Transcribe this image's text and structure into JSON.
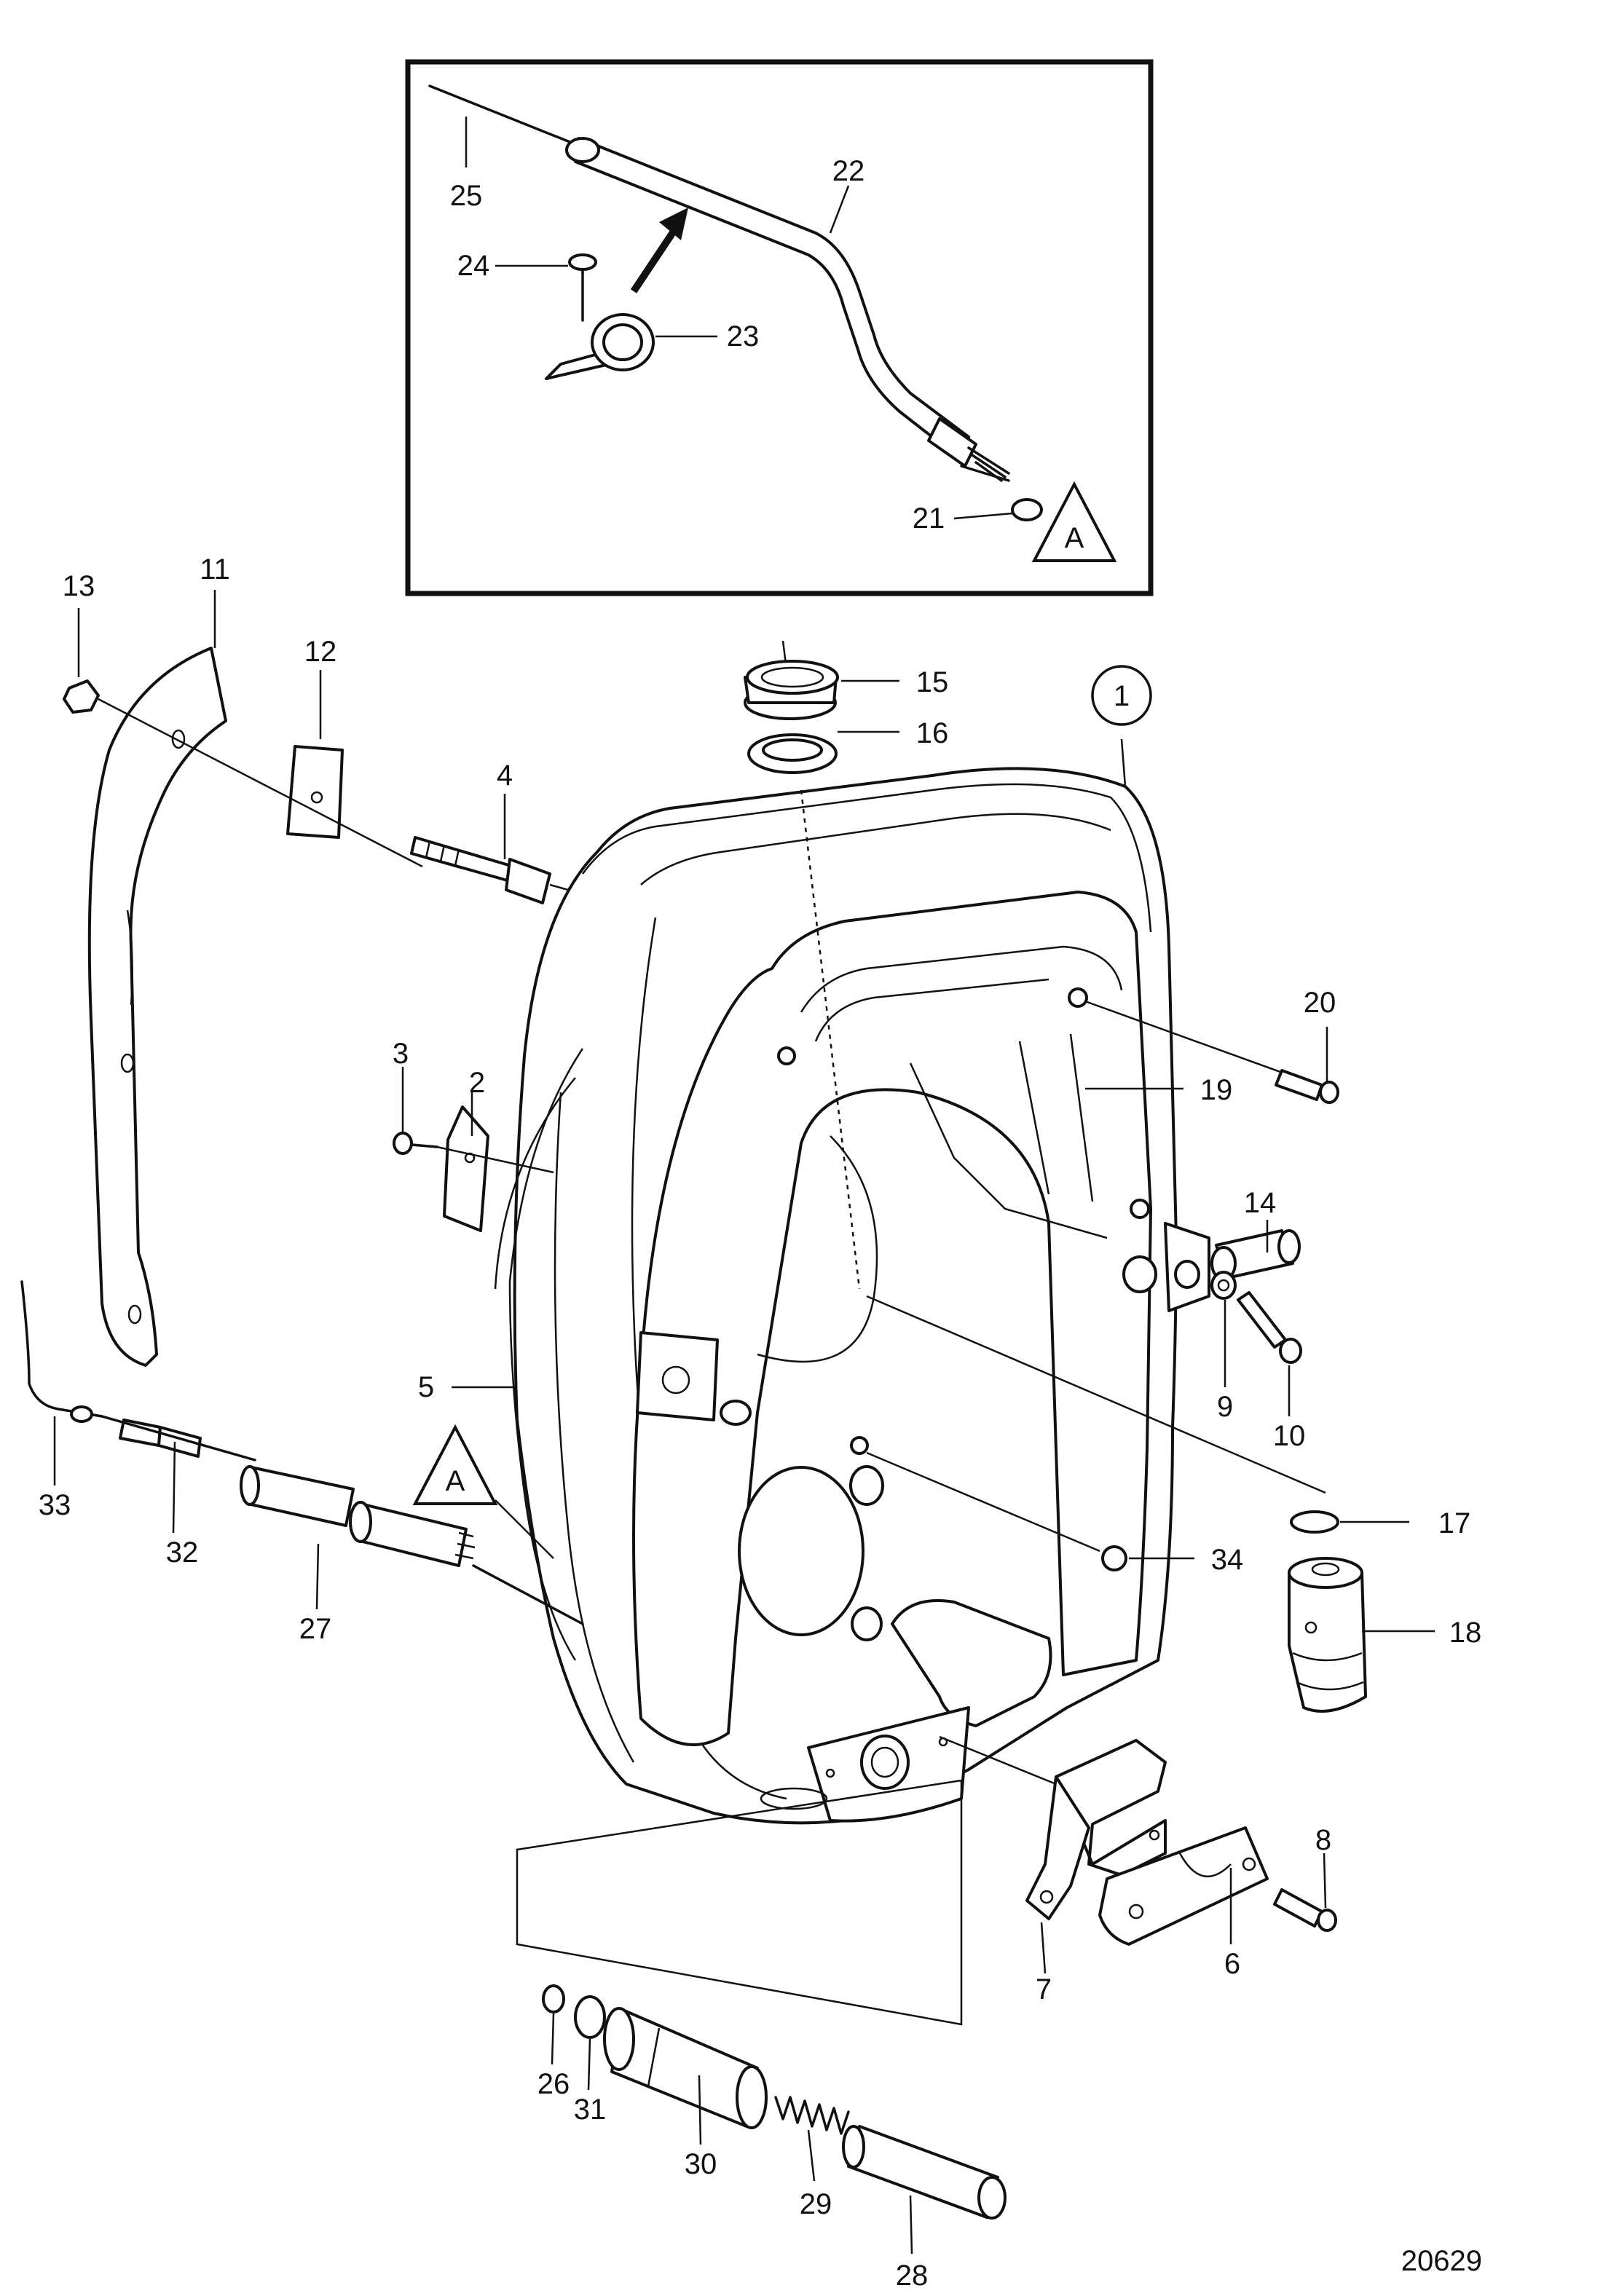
{
  "figure_number": "20629",
  "inset": {
    "warning_symbol": "A",
    "labels": [
      "25",
      "22",
      "24",
      "23",
      "21"
    ]
  },
  "main_warning_symbol": "A",
  "labels": {
    "l1": "1",
    "l2": "2",
    "l3": "3",
    "l4": "4",
    "l5": "5",
    "l6": "6",
    "l7": "7",
    "l8": "8",
    "l9": "9",
    "l10": "10",
    "l11": "11",
    "l12": "12",
    "l13": "13",
    "l14": "14",
    "l15": "15",
    "l16": "16",
    "l17": "17",
    "l18": "18",
    "l19": "19",
    "l20": "20",
    "l21": "21",
    "l22": "22",
    "l23": "23",
    "l24": "24",
    "l25": "25",
    "l26": "26",
    "l27": "27",
    "l28": "28",
    "l29": "29",
    "l30": "30",
    "l31": "31",
    "l32": "32",
    "l33": "33",
    "l34": "34"
  }
}
